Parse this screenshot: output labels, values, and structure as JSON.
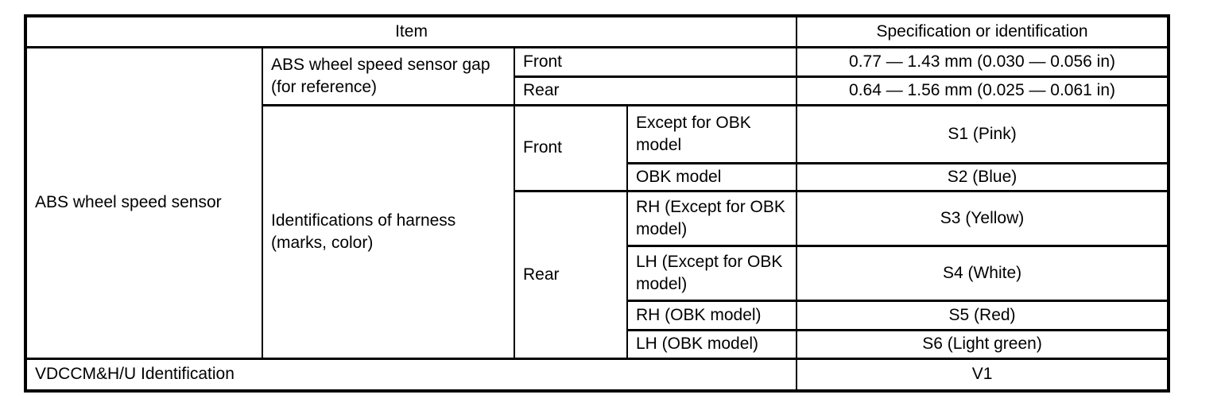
{
  "colors": {
    "background": "#ffffff",
    "text": "#000000",
    "border": "#000000"
  },
  "table": {
    "headers": {
      "item": "Item",
      "specification": "Specification or identification"
    },
    "abs_wheel_speed_sensor": {
      "label": "ABS wheel speed sensor",
      "gap": {
        "label": "ABS wheel speed sensor gap (for reference)",
        "front": {
          "label": "Front",
          "value": "0.77 — 1.43 mm (0.030 — 0.056 in)"
        },
        "rear": {
          "label": "Rear",
          "value": "0.64 — 1.56 mm (0.025 — 0.061 in)"
        }
      },
      "harness": {
        "label": "Identifications of harness (marks, color)",
        "front": {
          "label": "Front",
          "rows": [
            {
              "label": "Except for OBK model",
              "value": "S1 (Pink)"
            },
            {
              "label": "OBK model",
              "value": "S2 (Blue)"
            }
          ]
        },
        "rear": {
          "label": "Rear",
          "rows": [
            {
              "label": "RH (Except for OBK model)",
              "value": "S3 (Yellow)"
            },
            {
              "label": "LH (Except for OBK model)",
              "value": "S4 (White)"
            },
            {
              "label": "RH (OBK model)",
              "value": "S5 (Red)"
            },
            {
              "label": "LH (OBK model)",
              "value": "S6 (Light green)"
            }
          ]
        }
      }
    },
    "vdccm": {
      "label": "VDCCM&H/U Identification",
      "value": "V1"
    }
  }
}
